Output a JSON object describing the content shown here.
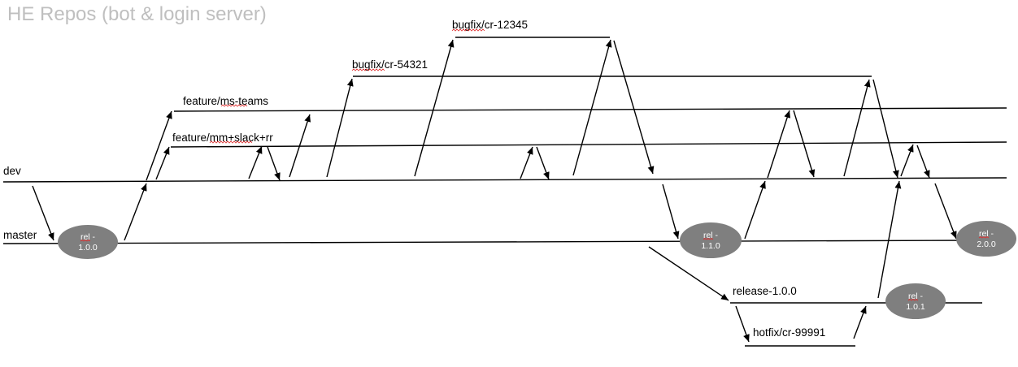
{
  "title": "HE Repos (bot & login server)",
  "branches": {
    "dev": "dev",
    "master": "master",
    "feature_ms_teams": "feature/ms-teams",
    "feature_mm": "feature/mm+slack+rr",
    "bugfix_54321": "bugfix/cr-54321",
    "bugfix_12345": "bugfix/cr-12345",
    "release": "release-1.0.0",
    "hotfix": "hotfix/cr-99991"
  },
  "tags": {
    "rel_100": [
      "rel -",
      "1.0.0"
    ],
    "rel_110": [
      "rel -",
      "1.1.0"
    ],
    "rel_200": [
      "rel -",
      "2.0.0"
    ],
    "rel_101": [
      "rel -",
      "1.0.1"
    ]
  },
  "colors": {
    "title": "#bfbfbf",
    "line": "#000000",
    "tag_fill": "#7f7f7f",
    "tag_text": "#ffffff",
    "spellcheck": "#e03030"
  }
}
